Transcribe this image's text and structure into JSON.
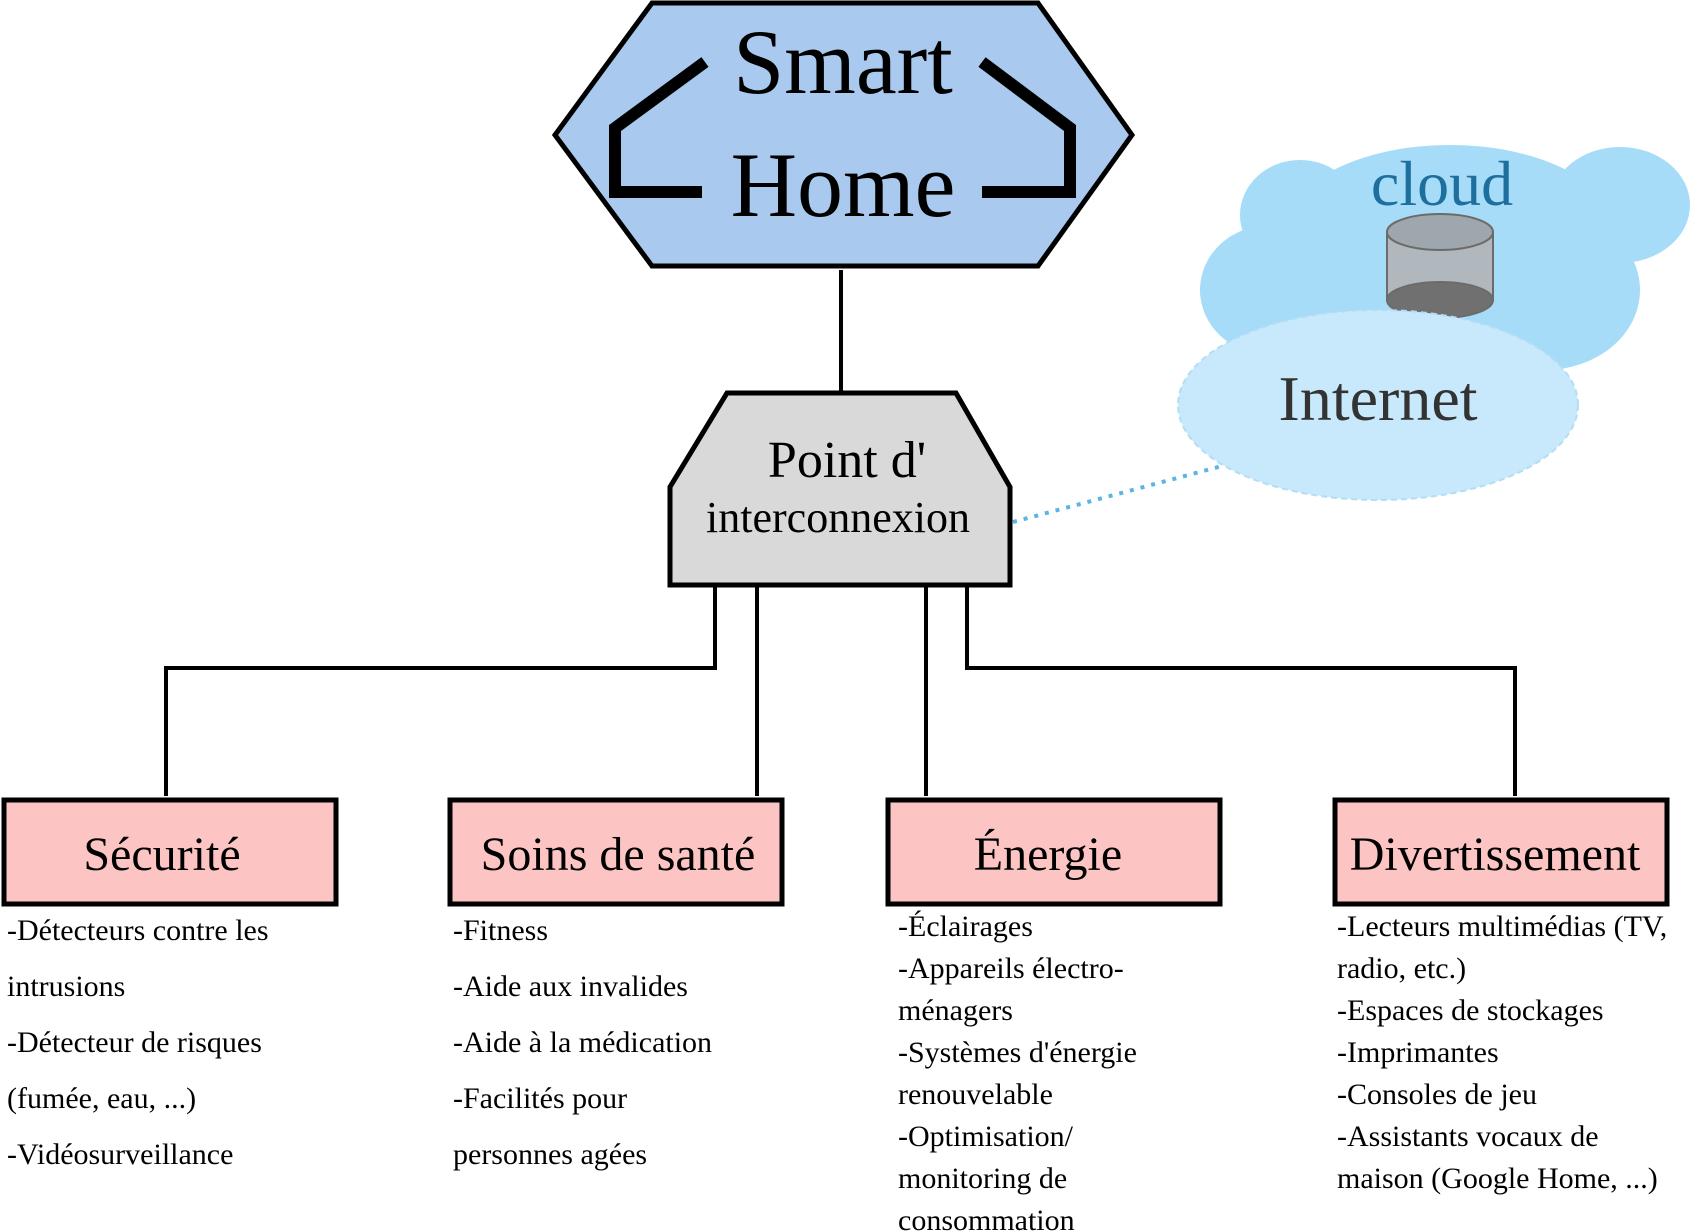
{
  "title": {
    "line1": "Smart",
    "line2": "Home"
  },
  "hub": {
    "line1": "Point d'",
    "line2": "interconnexion"
  },
  "cloud": {
    "label": "cloud",
    "internet_label": "Internet"
  },
  "categories": [
    {
      "title": "Sécurité",
      "items": [
        "-Détecteurs contre les",
        "intrusions",
        "-Détecteur de risques",
        "(fumée, eau, ...)",
        "-Vidéosurveillance"
      ]
    },
    {
      "title": "Soins de santé",
      "items": [
        "-Fitness",
        "-Aide aux invalides",
        "-Aide à la médication",
        "-Facilités pour",
        "personnes agées"
      ]
    },
    {
      "title": "Énergie",
      "items": [
        "-Éclairages",
        "-Appareils électro-",
        "ménagers",
        "-Systèmes d'énergie",
        "renouvelable",
        "-Optimisation/",
        "monitoring de",
        "consommation"
      ]
    },
    {
      "title": "Divertissement",
      "items": [
        "-Lecteurs multimédias (TV,",
        "radio, etc.)",
        "-Espaces de stockages",
        "-Imprimantes",
        "-Consoles de jeu",
        "-Assistants vocaux de",
        "maison (Google Home, ...)"
      ]
    }
  ],
  "colors": {
    "title_fill": "#a9caee",
    "hub_fill": "#d9d9d9",
    "category_fill": "#fcc5c3",
    "cloud_back": "#a6dcf7",
    "cloud_front": "#c8e9fb",
    "cloud_text": "#1f6f9e",
    "link_dotted": "#5ab4e5"
  }
}
